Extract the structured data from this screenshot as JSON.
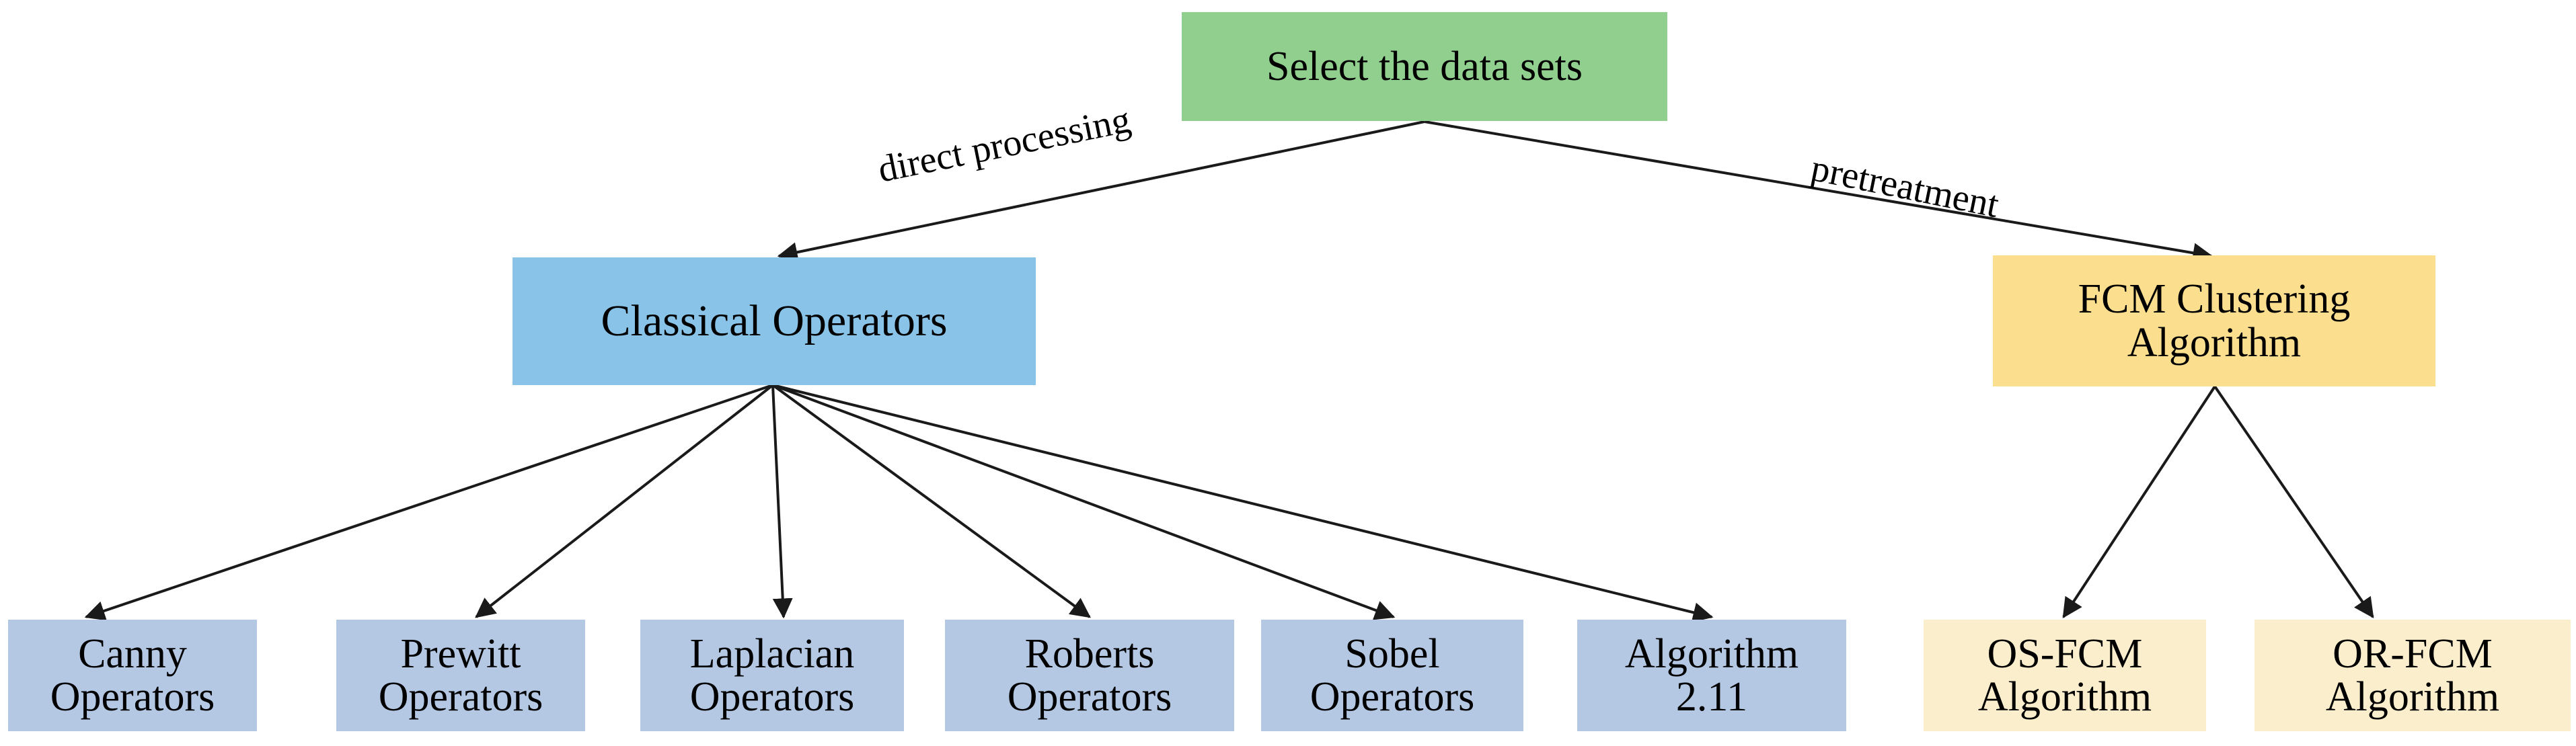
{
  "diagram": {
    "title_text": "Select the data sets",
    "type": "flowchart-tree",
    "colors": {
      "root_fill": "#90cf8e",
      "mid_blue_fill": "#89c4e8",
      "mid_yellow_fill": "#fbdf8f",
      "leaf_blue_fill": "#b4c7e3",
      "leaf_yellow_fill": "#faeecd",
      "edge_stroke": "#1a1a1a"
    },
    "root": {
      "label": "Select the data sets"
    },
    "edge_labels": {
      "left": "direct processing",
      "right": "pretreatment"
    },
    "branches": [
      {
        "id": "classical-operators",
        "label": "Classical Operators"
      },
      {
        "id": "fcm-clustering-algorithm",
        "label": "FCM Clustering\nAlgorithm"
      }
    ],
    "leaves_blue": [
      {
        "id": "canny-operators",
        "label": "Canny\nOperators"
      },
      {
        "id": "prewitt-operators",
        "label": "Prewitt\nOperators"
      },
      {
        "id": "laplacian-operators",
        "label": "Laplacian\nOperators"
      },
      {
        "id": "roberts-operators",
        "label": "Roberts\nOperators"
      },
      {
        "id": "sobel-operators",
        "label": "Sobel\nOperators"
      },
      {
        "id": "algorithm-2-11",
        "label": "Algorithm\n2.11"
      }
    ],
    "leaves_yellow": [
      {
        "id": "os-fcm-algorithm",
        "label": "OS-FCM\nAlgorithm"
      },
      {
        "id": "or-fcm-algorithm",
        "label": "OR-FCM\nAlgorithm"
      }
    ]
  }
}
